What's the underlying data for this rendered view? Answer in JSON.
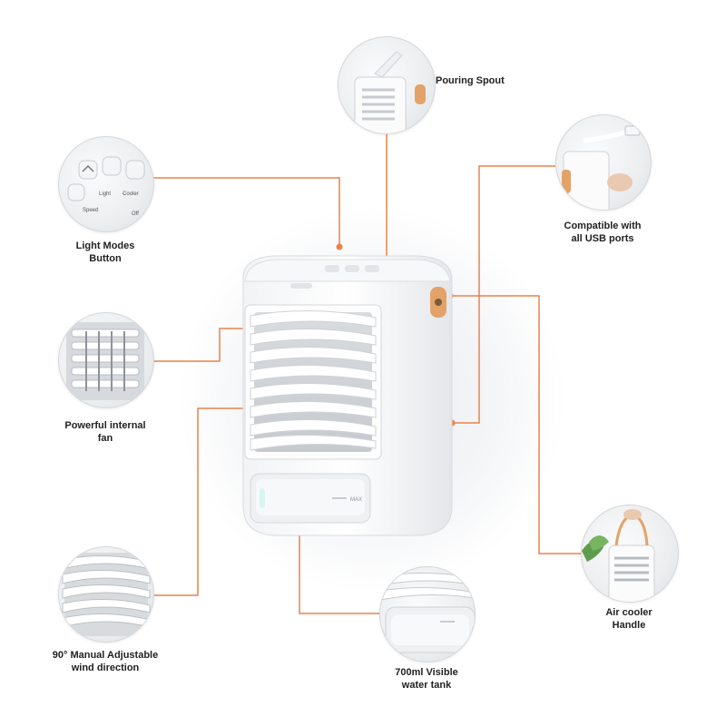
{
  "accent_color": "#e8834a",
  "callouts": {
    "pouring_spout": {
      "label": "Pouring Spout"
    },
    "usb": {
      "label_line1": "Compatible with",
      "label_line2": "all USB ports"
    },
    "light_modes": {
      "label_line1": "Light Modes",
      "label_line2": "Button"
    },
    "fan": {
      "label_line1": "Powerful internal",
      "label_line2": "fan"
    },
    "wind": {
      "label_line1": "90° Manual Adjustable",
      "label_line2": "wind direction"
    },
    "tank": {
      "label_line1": "700ml Visible",
      "label_line2": "water tank"
    },
    "handle": {
      "label_line1": "Air cooler",
      "label_line2": "Handle"
    }
  },
  "button_panel": {
    "light": "Light",
    "cooler": "Cooler",
    "speed": "Speed",
    "off": "Off"
  },
  "tank_marking": "MAX"
}
